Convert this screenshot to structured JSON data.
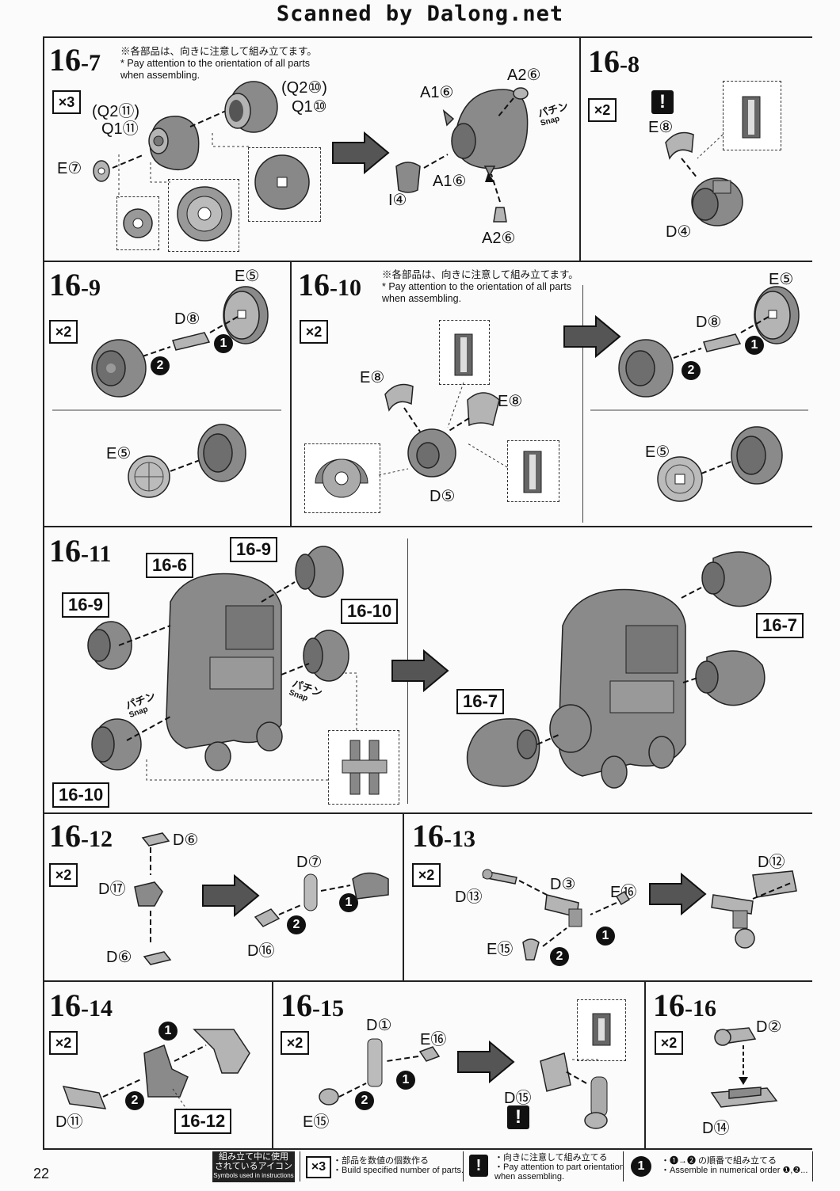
{
  "banner": "Scanned by Dalong.net",
  "page_number": "22",
  "steps": {
    "s16_7": {
      "number": "16",
      "sub": "-7",
      "mult": "×3",
      "note_jp": "※各部品は、向きに注意して組み立てます。",
      "note_en": "* Pay attention to the orientation of all parts when assembling.",
      "labels": {
        "q2_11": "(Q2⑪)",
        "q1_11": "Q1⑪",
        "q2_10": "(Q2⑩)",
        "q1_10": "Q1⑩",
        "e7": "E⑦",
        "a2_6a": "A2⑥",
        "a1_6a": "A1⑥",
        "a1_6b": "A1⑥",
        "i4": "I④",
        "a2_6b": "A2⑥",
        "snap_jp": "パチン",
        "snap_en": "Snap"
      }
    },
    "s16_8": {
      "number": "16",
      "sub": "-8",
      "mult": "×2",
      "labels": {
        "e8": "E⑧",
        "d4": "D④"
      }
    },
    "s16_9": {
      "number": "16",
      "sub": "-9",
      "mult": "×2",
      "labels": {
        "e5a": "E⑤",
        "d8": "D⑧",
        "e5b": "E⑤"
      }
    },
    "s16_10": {
      "number": "16",
      "sub": "-10",
      "mult": "×2",
      "note_jp": "※各部品は、向きに注意して組み立てます。",
      "note_en": "* Pay attention to the orientation of all parts when assembling.",
      "labels": {
        "e8a": "E⑧",
        "e8b": "E⑧",
        "d5": "D⑤",
        "e5a": "E⑤",
        "d8": "D⑧",
        "e5b": "E⑤"
      }
    },
    "s16_11": {
      "number": "16",
      "sub": "-11",
      "refs": {
        "r16_6": "16-6",
        "r16_9a": "16-9",
        "r16_9b": "16-9",
        "r16_10a": "16-10",
        "r16_10b": "16-10",
        "r16_7a": "16-7",
        "r16_7b": "16-7"
      },
      "snap_jp": "パチン",
      "snap_en": "Snap"
    },
    "s16_12": {
      "number": "16",
      "sub": "-12",
      "mult": "×2",
      "labels": {
        "d6a": "D⑥",
        "d17": "D⑰",
        "d6b": "D⑥",
        "d7": "D⑦",
        "d16": "D⑯"
      }
    },
    "s16_13": {
      "number": "16",
      "sub": "-13",
      "mult": "×2",
      "labels": {
        "d13": "D⑬",
        "d3": "D③",
        "e16": "E⑯",
        "e15": "E⑮",
        "d12": "D⑫"
      }
    },
    "s16_14": {
      "number": "16",
      "sub": "-14",
      "mult": "×2",
      "labels": {
        "d11": "D⑪",
        "ref": "16-12"
      }
    },
    "s16_15": {
      "number": "16",
      "sub": "-15",
      "mult": "×2",
      "labels": {
        "d1": "D①",
        "e16": "E⑯",
        "e15": "E⑮",
        "d15": "D⑮"
      }
    },
    "s16_16": {
      "number": "16",
      "sub": "-16",
      "mult": "×2",
      "labels": {
        "d2": "D②",
        "d14": "D⑭"
      }
    }
  },
  "order_nums": {
    "one": "1",
    "two": "2"
  },
  "warn_symbol": "!",
  "footer": {
    "title_jp1": "組み立て中に使用",
    "title_jp2": "されているアイコン",
    "title_en": "Symbols used in instructions",
    "mult_icon": "×3",
    "mult_jp": "・部品を数値の個数作る",
    "mult_en": "・Build specified number of parts.",
    "warn_jp": "・向きに注意して組み立てる",
    "warn_en1": "・Pay attention to part orientation",
    "warn_en2": "when assembling.",
    "order_icon": "1",
    "order_jp": "・❶→❷ の順番で組み立てる",
    "order_en": "・Assemble in numerical order ❶,❷..."
  }
}
